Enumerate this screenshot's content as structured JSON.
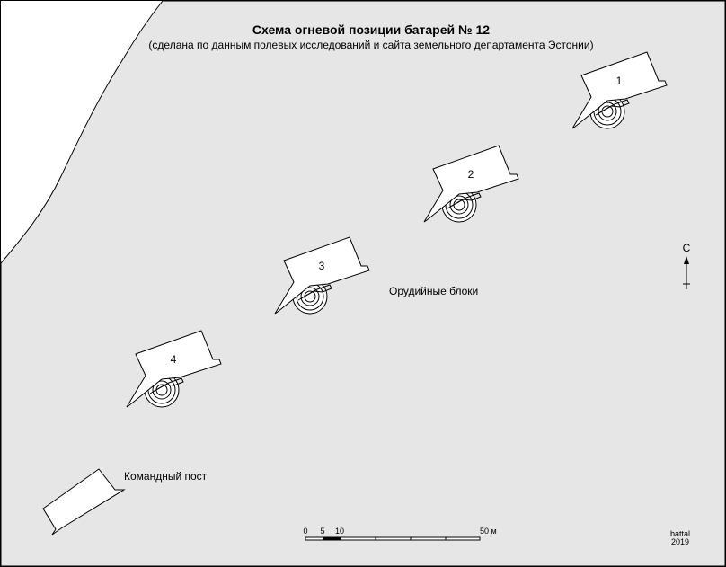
{
  "title": "Схема огневой позиции батарей № 12",
  "subtitle": "(сделана по данным полевых исследований и сайта земельного департамента Эстонии)",
  "gun_blocks_label": "Орудийные блоки",
  "command_post_label": "Командный пост",
  "gun_blocks": [
    {
      "number": "1"
    },
    {
      "number": "2"
    },
    {
      "number": "3"
    },
    {
      "number": "4"
    }
  ],
  "north_label": "С",
  "scale": {
    "labels": [
      "0",
      "5",
      "10",
      "50 м"
    ]
  },
  "author": "battal",
  "year": "2019",
  "colors": {
    "ground": "#e7e6e6",
    "outline": "#000000",
    "water": "#ffffff"
  }
}
